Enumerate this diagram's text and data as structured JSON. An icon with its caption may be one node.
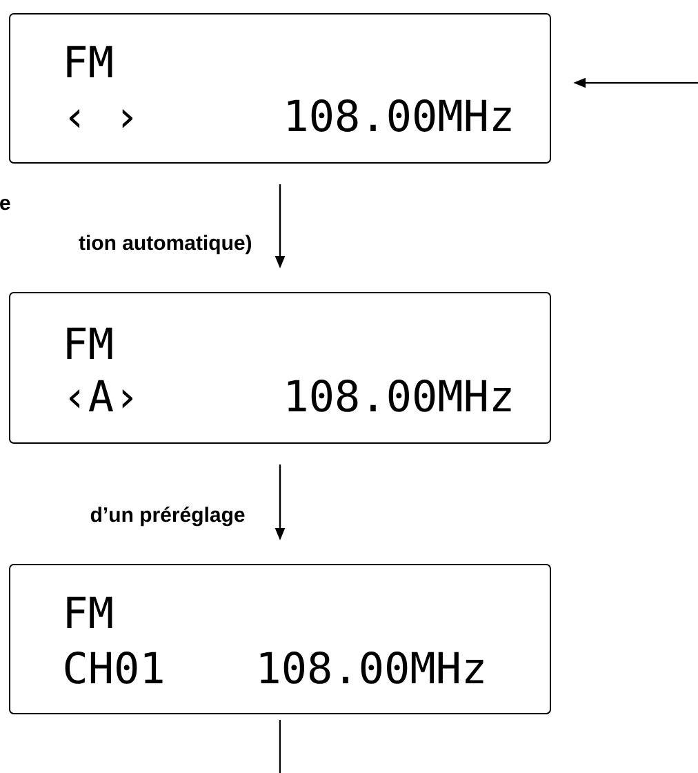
{
  "diagram": {
    "nodes": [
      {
        "text": [
          "FM",
          "‹ ›",
          "108.00MHz"
        ]
      },
      {
        "text": [
          "FM",
          "‹A›",
          "108.00MHz"
        ]
      },
      {
        "text": [
          "FM",
          "CH01",
          "108.00MHz"
        ]
      }
    ],
    "edges": [
      {
        "from": null,
        "to": 0,
        "arrow": "to"
      },
      {
        "from": 0,
        "to": 1,
        "arrow": "to"
      },
      {
        "from": 1,
        "to": 2,
        "arrow": "to"
      },
      {
        "from": 2,
        "to": null,
        "arrow": "none"
      }
    ],
    "labels": [
      "e",
      "tion automatique)",
      "d’un préréglage"
    ]
  }
}
